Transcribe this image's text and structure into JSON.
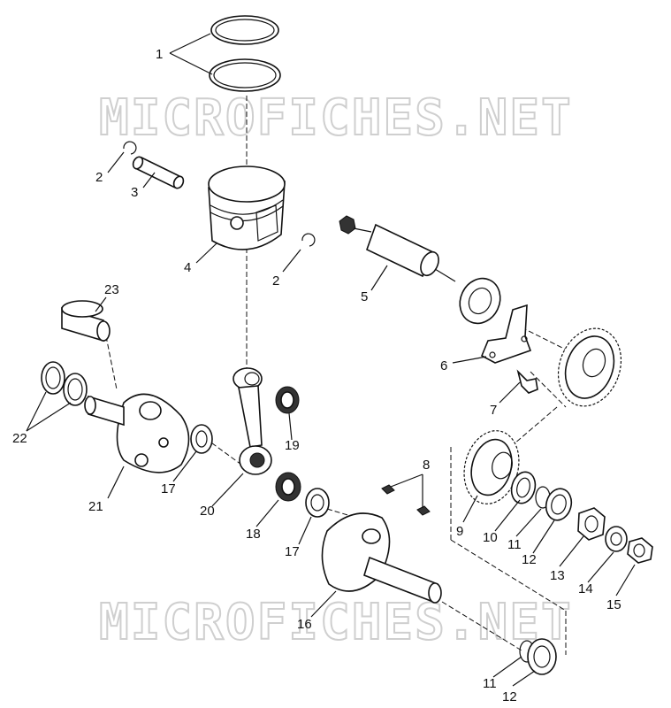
{
  "watermark": "MICROFICHES.NET",
  "callouts": [
    "1",
    "2",
    "3",
    "4",
    "2",
    "5",
    "6",
    "7",
    "23",
    "22",
    "21",
    "17",
    "20",
    "19",
    "18",
    "17",
    "8",
    "9",
    "10",
    "11",
    "12",
    "13",
    "14",
    "15",
    "16",
    "11",
    "12"
  ]
}
